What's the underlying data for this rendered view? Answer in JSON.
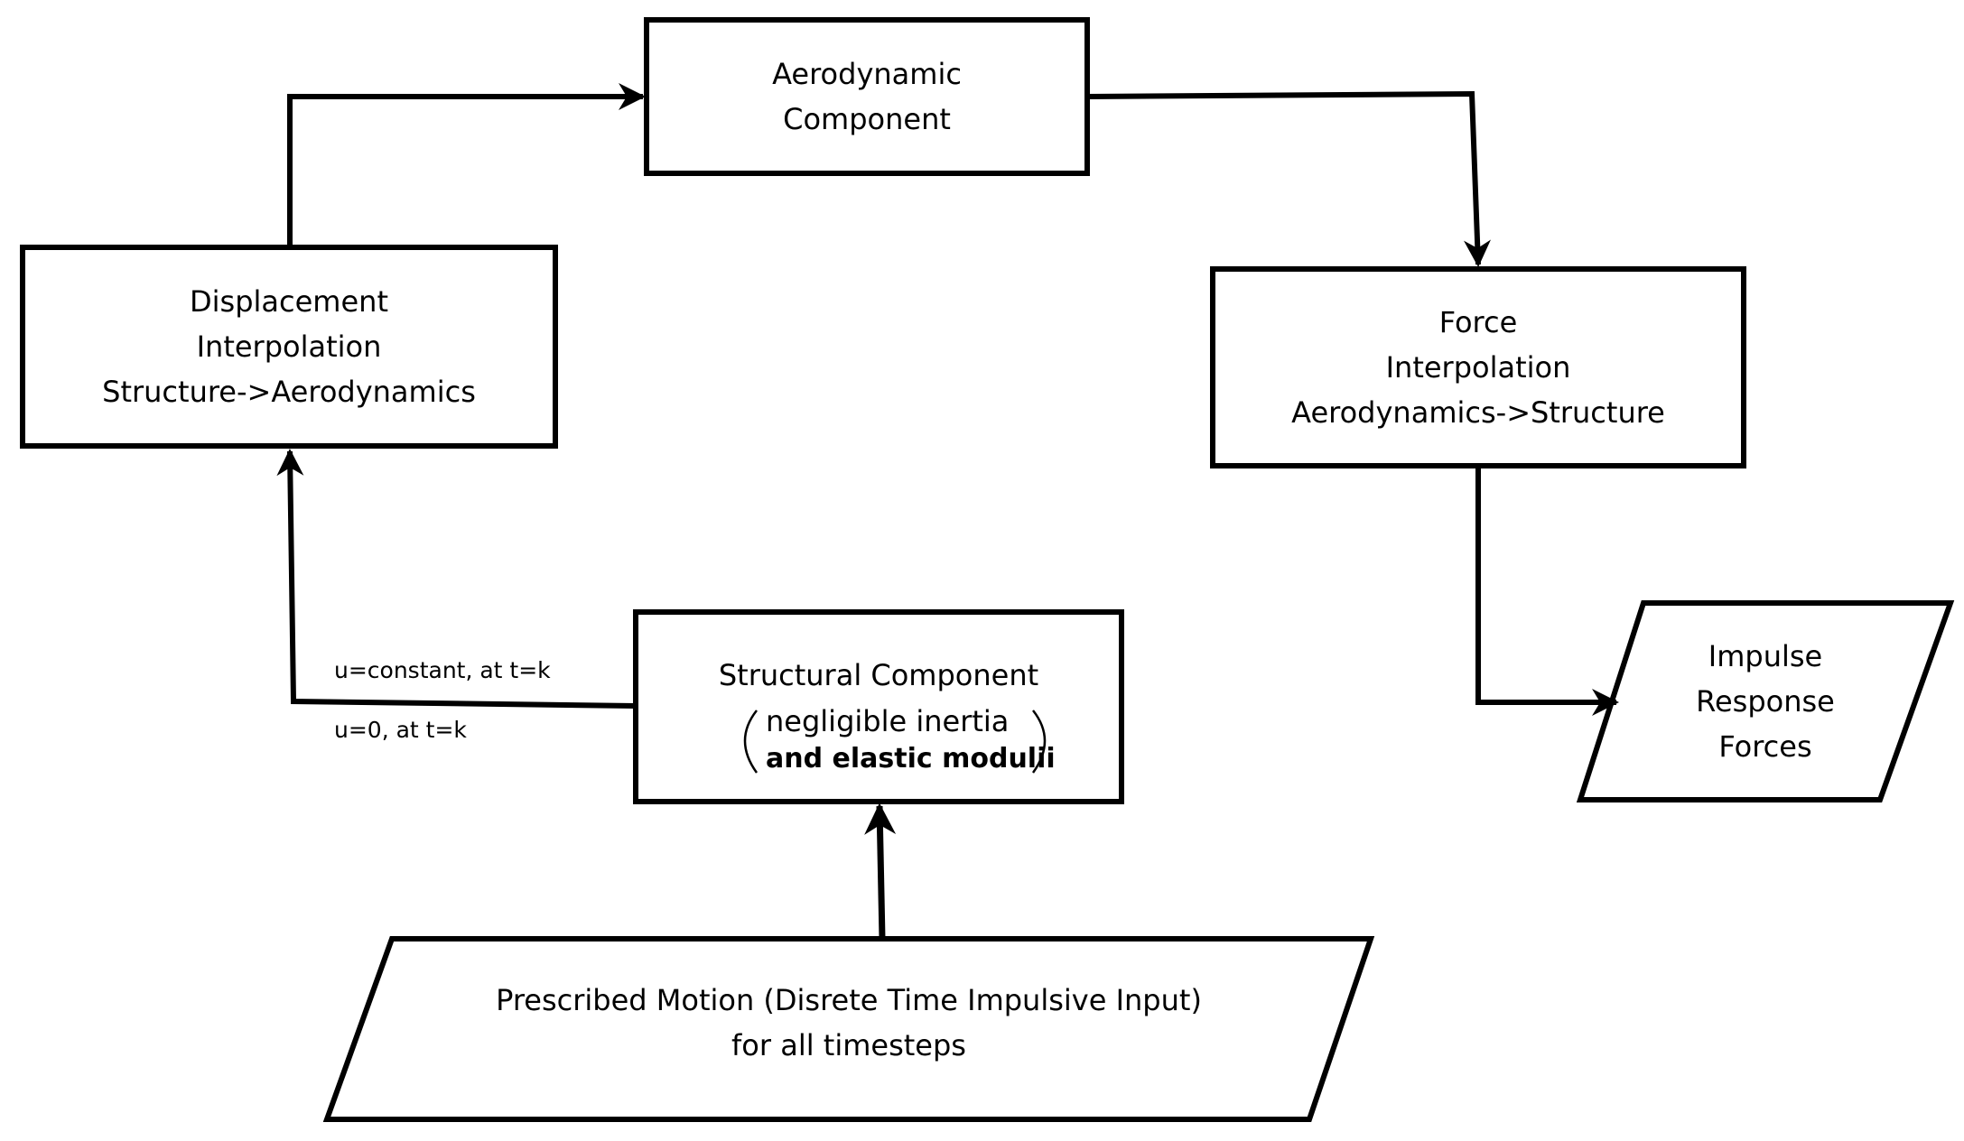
{
  "nodes": {
    "aerodynamic": {
      "lines": [
        "Aerodynamic",
        "Component"
      ]
    },
    "displacement": {
      "lines": [
        "Displacement",
        "Interpolation",
        "Structure->Aerodynamics"
      ]
    },
    "force": {
      "lines": [
        "Force",
        "Interpolation",
        "Aerodynamics->Structure"
      ]
    },
    "impulse": {
      "lines": [
        "Impulse",
        "Response",
        "Forces"
      ]
    },
    "structural": {
      "title": "Structural Component",
      "paren_line1": "negligible inertia",
      "paren_line2": "and elastic modulii"
    },
    "prescribed": {
      "lines": [
        "Prescribed Motion (Disrete Time Impulsive Input)",
        "for all timesteps"
      ]
    }
  },
  "edge_labels": {
    "upper": "u=constant, at t=k",
    "lower": "u=0, at t=k"
  },
  "colors": {
    "stroke": "#000000",
    "fill": "#ffffff"
  }
}
